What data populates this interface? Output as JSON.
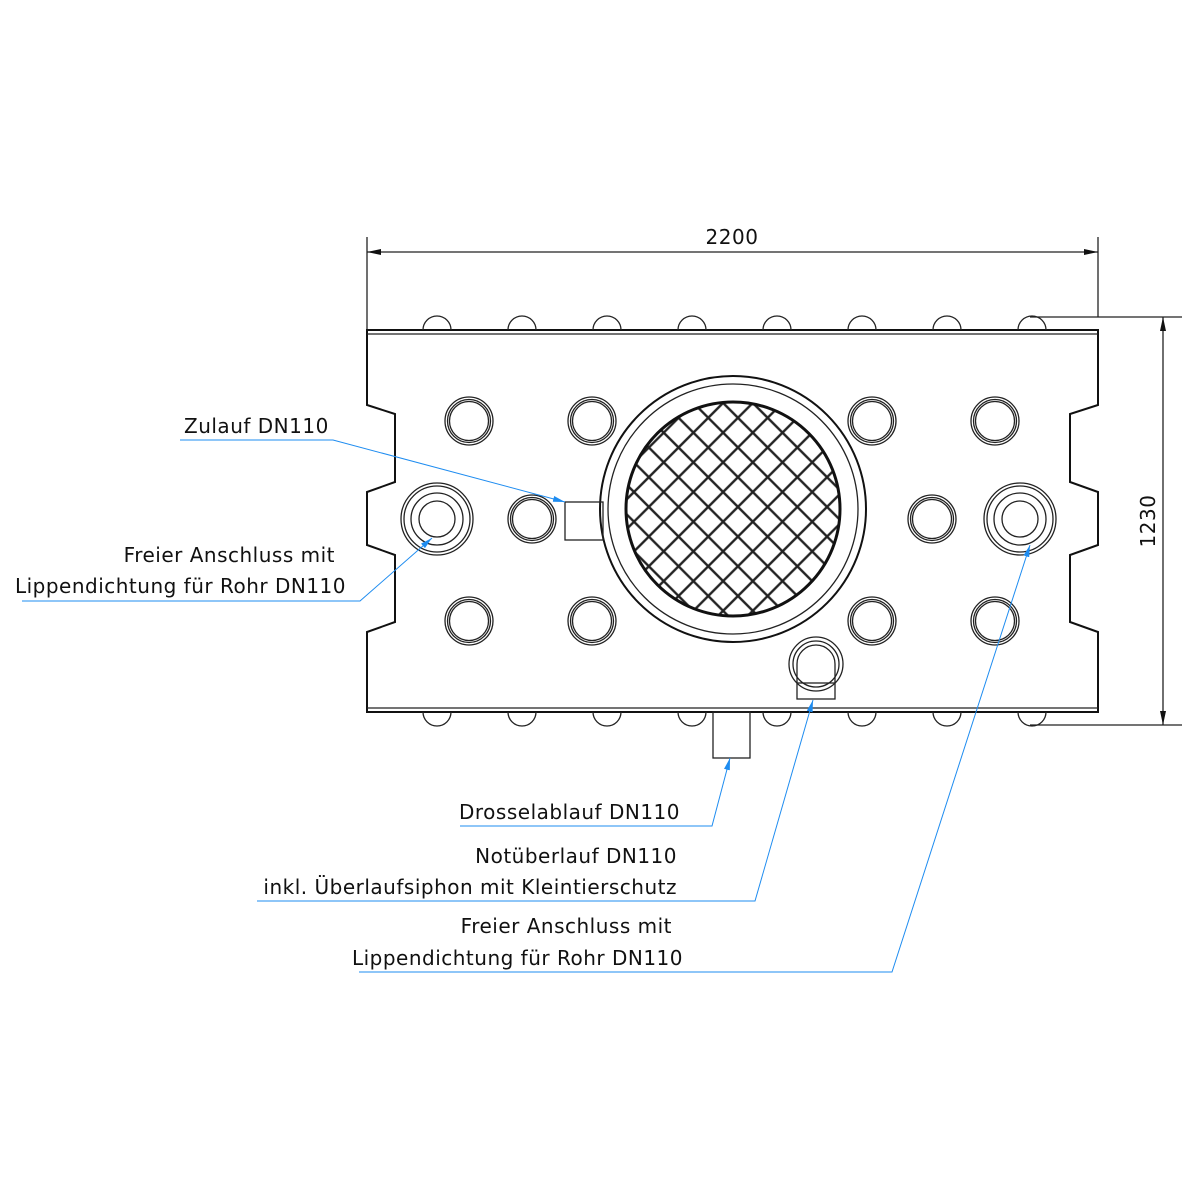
{
  "dimensions": {
    "width": "2200",
    "height": "1230"
  },
  "labels": {
    "zulauf": "Zulauf DN110",
    "freier_left_1": "Freier Anschluss mit",
    "freier_left_2": "Lippendichtung für Rohr DN110",
    "drossel": "Drosselablauf DN110",
    "notueberlauf_1": "Notüberlauf DN110",
    "notueberlauf_2": "inkl. Überlaufsiphon mit Kleintierschutz",
    "freier_right_1": "Freier Anschluss mit",
    "freier_right_2": "Lippendichtung für Rohr DN110"
  },
  "colors": {
    "leader": "#1e8cf0",
    "line": "#222222"
  }
}
